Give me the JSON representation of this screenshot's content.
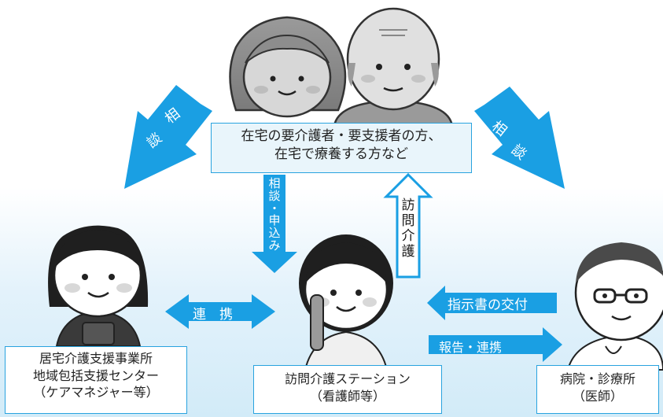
{
  "center_box": {
    "line1": "在宅の要介護者・要支援者の方、",
    "line2": "在宅で療養する方など"
  },
  "left_box": {
    "line1": "居宅介護支援事業所",
    "line2": "地域包括支援センター",
    "line3": "（ケアマネジャー等）"
  },
  "bottom_box": {
    "line1": "訪問介護ステーション",
    "line2": "（看護師等）"
  },
  "right_box": {
    "line1": "病院・診療所",
    "line2": "（医師）"
  },
  "arrows": {
    "left_diag": [
      "相",
      "談"
    ],
    "right_diag": [
      "相",
      "談"
    ],
    "down": [
      "相",
      "談",
      "・",
      "申",
      "込",
      "み"
    ],
    "up": [
      "訪",
      "問",
      "介",
      "護"
    ],
    "renkei": "連　携",
    "shijisho": "指示書の交付",
    "houkoku": "報告・連携"
  },
  "colors": {
    "arrow": "#1a9fe3",
    "border": "#29a3df"
  }
}
